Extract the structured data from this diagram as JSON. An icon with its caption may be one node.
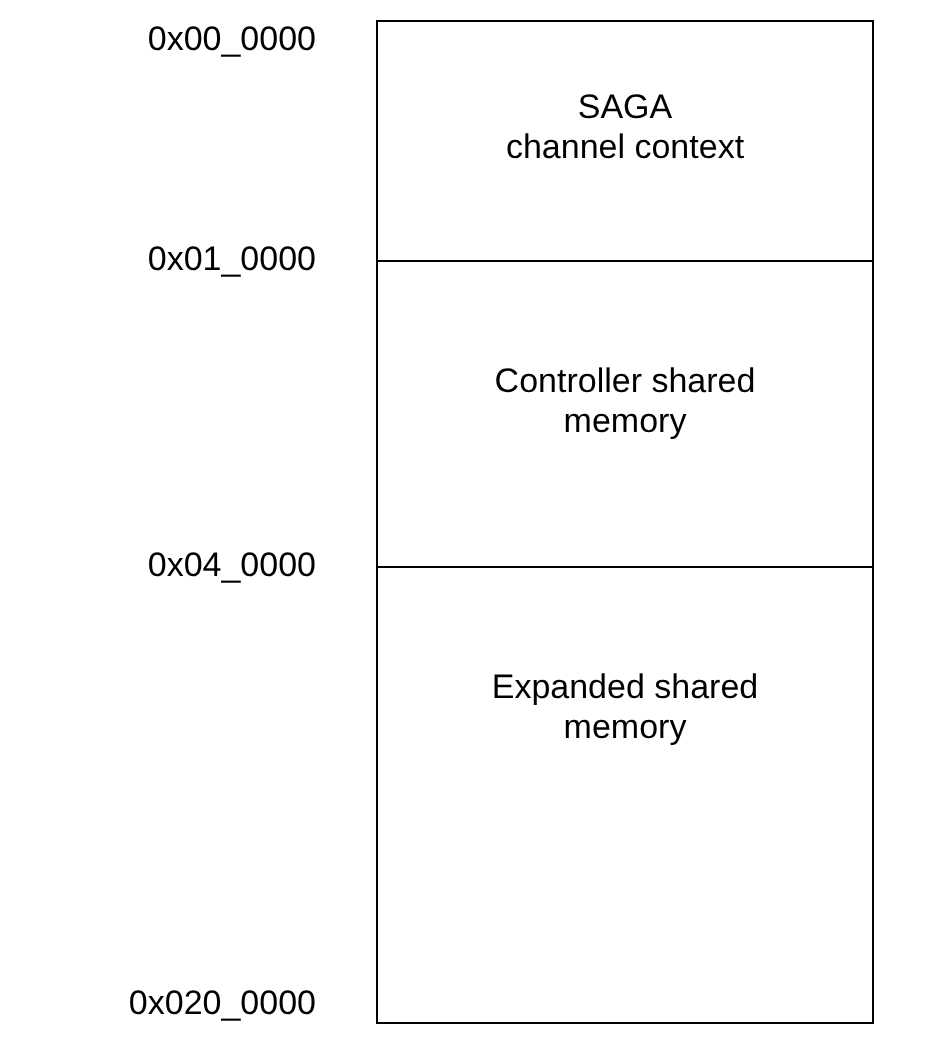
{
  "diagram": {
    "nodes": [
      {
        "text": [
          "SAGA",
          "channel context"
        ]
      },
      {
        "text": [
          "Controller shared memory"
        ]
      },
      {
        "text": [
          "Expanded shared memory"
        ]
      }
    ],
    "labels": [
      "0x00_0000",
      "0x01_0000",
      "0x04_0000",
      "0x020_0000"
    ]
  }
}
